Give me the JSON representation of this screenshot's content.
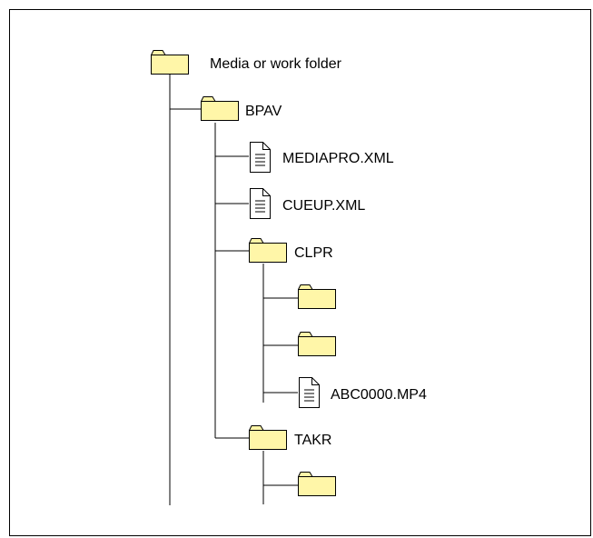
{
  "tree": {
    "root": {
      "label": "Media or work folder",
      "icon": "folder-icon"
    },
    "bpav": {
      "label": "BPAV",
      "icon": "folder-icon"
    },
    "mediapro": {
      "label": "MEDIAPRO.XML",
      "icon": "file-icon"
    },
    "cueup": {
      "label": "CUEUP.XML",
      "icon": "file-icon"
    },
    "clpr": {
      "label": "CLPR",
      "icon": "folder-icon"
    },
    "clpr_sub1": {
      "label": "",
      "icon": "folder-icon"
    },
    "clpr_sub2": {
      "label": "",
      "icon": "folder-icon"
    },
    "abc": {
      "label": "ABC0000.MP4",
      "icon": "file-icon"
    },
    "takr": {
      "label": "TAKR",
      "icon": "folder-icon"
    },
    "takr_sub1": {
      "label": "",
      "icon": "folder-icon"
    }
  },
  "colors": {
    "folder_fill": "#fff6a8",
    "line": "#000000",
    "background": "#ffffff"
  }
}
